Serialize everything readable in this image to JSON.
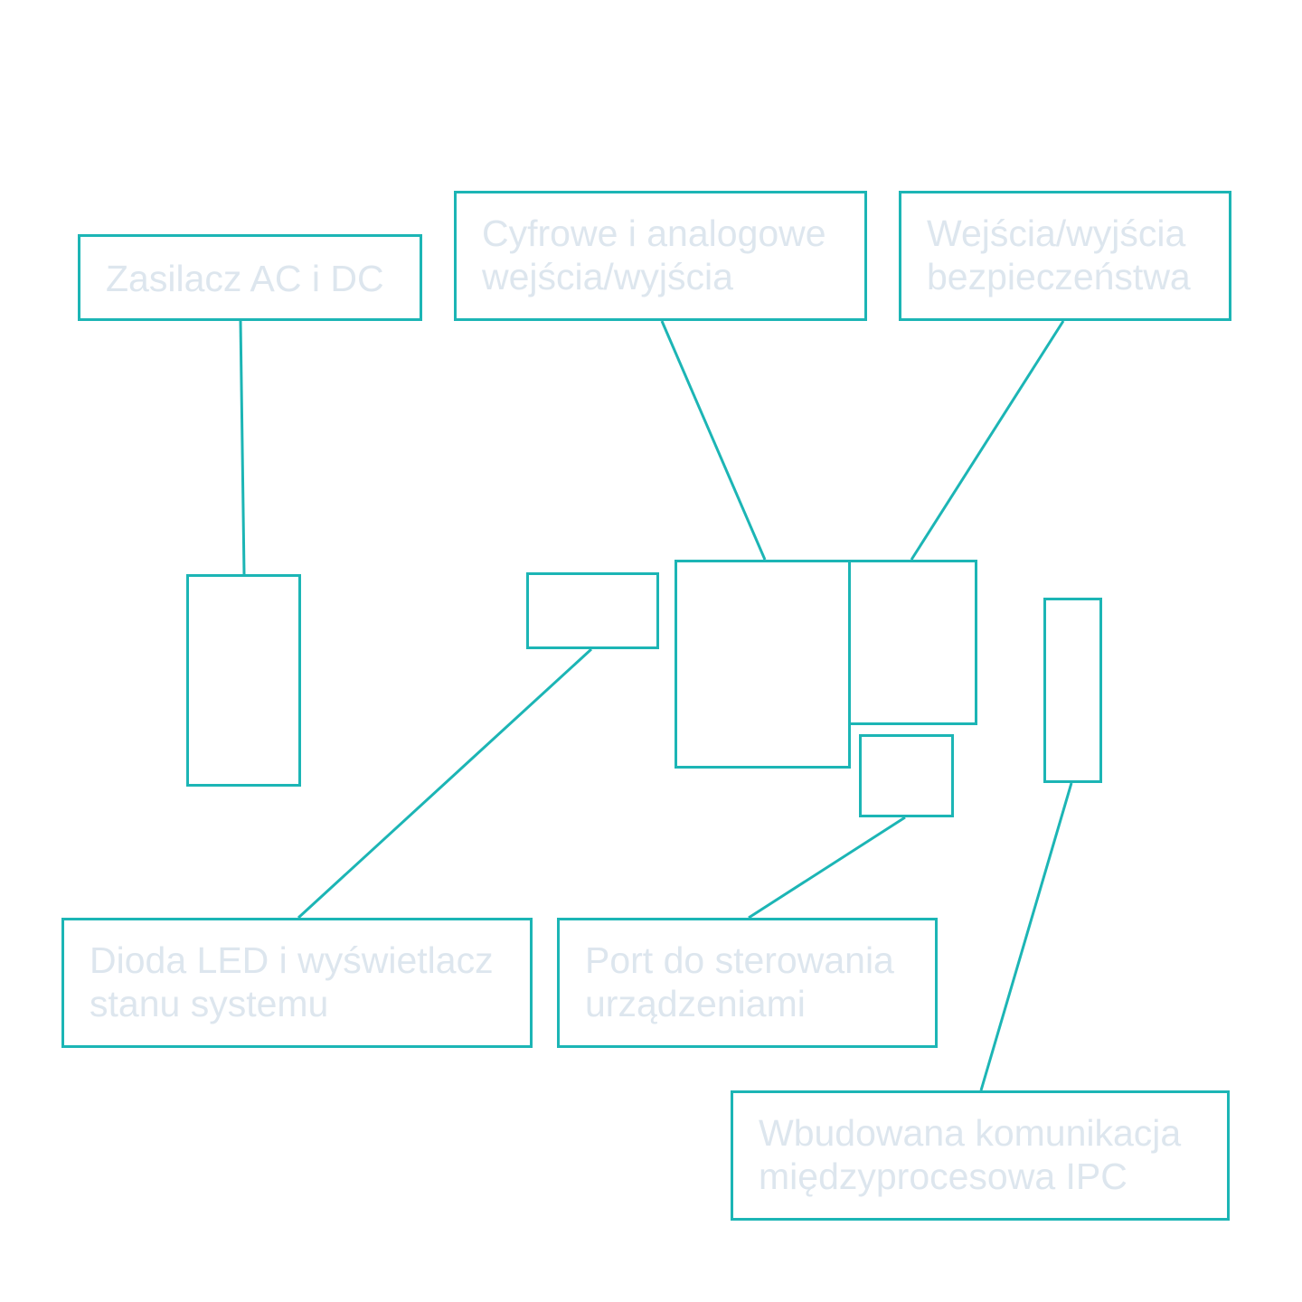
{
  "diagram": {
    "stroke_color": "#1cb5b5",
    "label_color": "#dde6ee",
    "labels": {
      "power_supply": [
        "Zasilacz AC i DC"
      ],
      "digital_analog_io": [
        "Cyfrowe i analogowe",
        "wejścia/wyjścia"
      ],
      "safety_io": [
        "Wejścia/wyjścia",
        "bezpieczeństwa"
      ],
      "led_display": [
        "Dioda LED i wyświetlacz",
        "stanu systemu"
      ],
      "device_control_port": [
        "Port do sterowania",
        "urządzeniami"
      ],
      "ipc": [
        "Wbudowana komunikacja",
        "międzyprocesowa IPC"
      ]
    }
  }
}
